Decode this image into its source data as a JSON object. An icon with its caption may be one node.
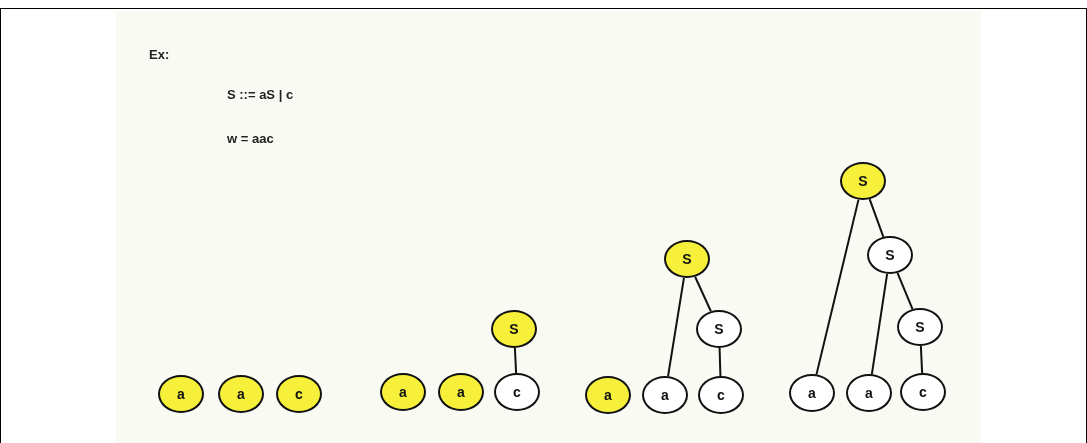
{
  "diagram": {
    "nodes": [
      {
        "text": [
          "a"
        ]
      },
      {
        "text": [
          "a"
        ]
      },
      {
        "text": [
          "c"
        ]
      },
      {
        "text": [
          "S"
        ]
      },
      {
        "text": [
          "a"
        ]
      },
      {
        "text": [
          "a"
        ]
      },
      {
        "text": [
          "c"
        ]
      },
      {
        "text": [
          "S"
        ]
      },
      {
        "text": [
          "S"
        ]
      },
      {
        "text": [
          "a"
        ]
      },
      {
        "text": [
          "a"
        ]
      },
      {
        "text": [
          "c"
        ]
      },
      {
        "text": [
          "S"
        ]
      },
      {
        "text": [
          "S"
        ]
      },
      {
        "text": [
          "S"
        ]
      },
      {
        "text": [
          "a"
        ]
      },
      {
        "text": [
          "a"
        ]
      },
      {
        "text": [
          "c"
        ]
      }
    ],
    "edges": [
      {
        "from": 3,
        "to": 6,
        "arrow": "none"
      },
      {
        "from": 7,
        "to": 10,
        "arrow": "none"
      },
      {
        "from": 7,
        "to": 8,
        "arrow": "none"
      },
      {
        "from": 8,
        "to": 11,
        "arrow": "none"
      },
      {
        "from": 12,
        "to": 15,
        "arrow": "none"
      },
      {
        "from": 12,
        "to": 13,
        "arrow": "none"
      },
      {
        "from": 13,
        "to": 16,
        "arrow": "none"
      },
      {
        "from": 13,
        "to": 14,
        "arrow": "none"
      },
      {
        "from": 14,
        "to": 17,
        "arrow": "none"
      }
    ],
    "labels": [
      "Ex:",
      "S ::= aS | c",
      "w = aac"
    ]
  }
}
